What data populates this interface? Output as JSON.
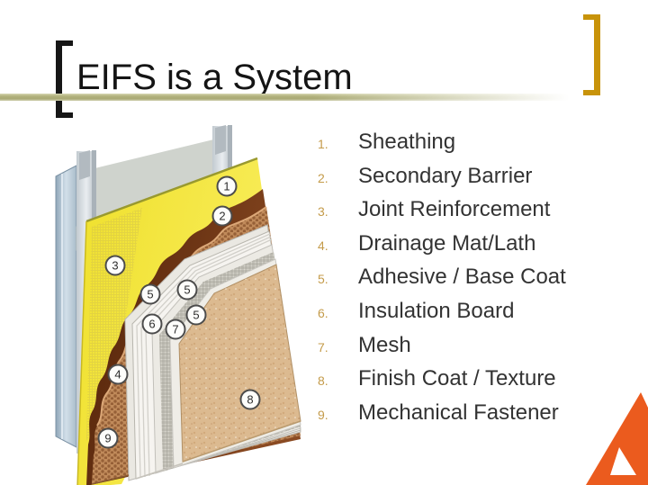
{
  "slide": {
    "title": "EIFS is a System"
  },
  "list": {
    "items": [
      {
        "num": "1.",
        "label": "Sheathing"
      },
      {
        "num": "2.",
        "label": "Secondary Barrier"
      },
      {
        "num": "3.",
        "label": "Joint Reinforcement"
      },
      {
        "num": "4.",
        "label": "Drainage Mat/Lath"
      },
      {
        "num": "5.",
        "label": "Adhesive / Base Coat"
      },
      {
        "num": "6.",
        "label": "Insulation Board"
      },
      {
        "num": "7.",
        "label": "Mesh"
      },
      {
        "num": "8.",
        "label": "Finish Coat / Texture"
      },
      {
        "num": "9.",
        "label": "Mechanical Fastener"
      }
    ]
  },
  "diagram": {
    "callouts": [
      {
        "n": "1"
      },
      {
        "n": "2"
      },
      {
        "n": "3"
      },
      {
        "n": "5"
      },
      {
        "n": "5"
      },
      {
        "n": "5"
      },
      {
        "n": "6"
      },
      {
        "n": "7"
      },
      {
        "n": "4"
      },
      {
        "n": "8"
      },
      {
        "n": "9"
      }
    ]
  },
  "icons": {
    "title_bracket_left": "open-bracket",
    "title_bracket_right": "close-bracket",
    "logo": "orange-triangle-logo"
  },
  "colors": {
    "title_black": "#141414",
    "accent_gold": "#C8930A",
    "rule_olive": "#B3B37E",
    "number_gold": "#C49B4A",
    "text_dark": "#333333",
    "logo_orange": "#EB5B1E",
    "layer_yellow": "#F2E235",
    "layer_dark_brown": "#6B3013",
    "layer_drainage_tan": "#C08A5A",
    "layer_finish_beige": "#DCBA90",
    "steel_gray": "#CBD3D9"
  }
}
